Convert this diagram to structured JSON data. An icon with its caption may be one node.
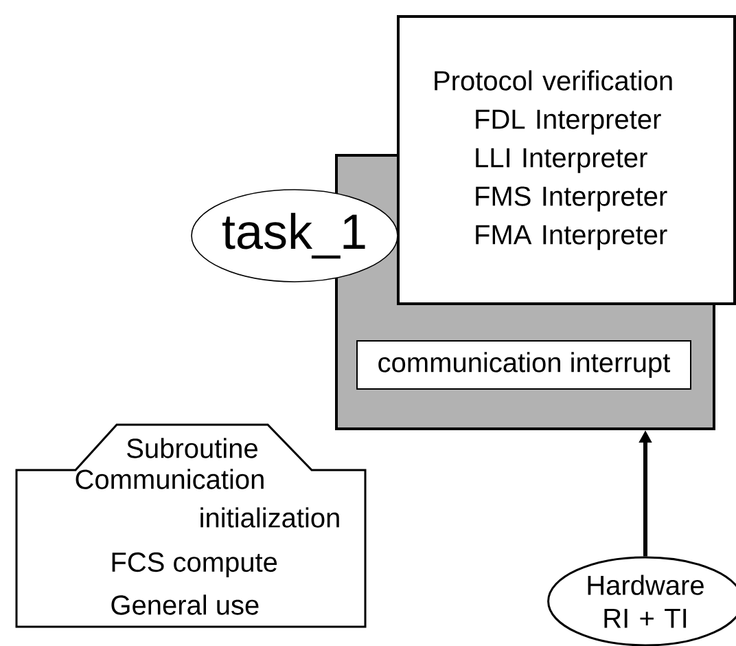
{
  "diagram": {
    "nodes": [
      {
        "text": [],
        "shape": "box"
      },
      {
        "text": [
          "Protocol verification",
          "FDL Interpreter",
          "LLI Interpreter",
          "FMS Interpreter",
          "FMA Interpreter"
        ]
      },
      {
        "text": [
          "task_1"
        ]
      },
      {
        "text": [
          "communication interrupt"
        ],
        "in": 0
      },
      {
        "text": [
          "Subroutine",
          "Communication initialization",
          "FCS compute",
          "General use"
        ]
      },
      {
        "text": [
          "Hardware RI + TI"
        ]
      }
    ],
    "edges": [
      {
        "from": 5,
        "to": 0,
        "arrow": "to"
      }
    ]
  }
}
